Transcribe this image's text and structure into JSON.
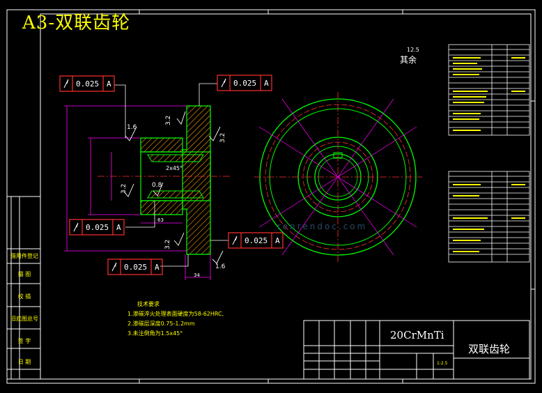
{
  "sheet": {
    "banner_title": "A3-双联齿轮",
    "material": "20CrMnTi",
    "part_name": "双联齿轮",
    "scale": "1:2.5",
    "watermark": "renrendoc.com"
  },
  "tolerance_frames": [
    {
      "value": "0.025",
      "datum": "A"
    },
    {
      "value": "0.025",
      "datum": "A"
    },
    {
      "value": "0.025",
      "datum": "A"
    },
    {
      "value": "0.025",
      "datum": "A"
    },
    {
      "value": "0.025",
      "datum": "A"
    }
  ],
  "roughness_labels": {
    "top": "1.6",
    "bottom": "1.6",
    "bore": "0.8",
    "face1": "3.2",
    "face2": "3.2",
    "face3": "3.2",
    "face4": "3.2",
    "other": "12.5",
    "other_note": "其余"
  },
  "dimensions": {
    "chamfer": "2x45°",
    "width": "34",
    "hub": "63"
  },
  "technical_requirements": {
    "heading": "技术要求",
    "items": [
      "1.渗碳淬火处理表面硬度为58-62HRC,",
      "2.渗碳层深度0.75-1.2mm",
      "3.未注倒角为1.5x45°"
    ]
  },
  "left_table": [
    "借用件登记",
    "描 图",
    "校 描",
    "旧底图总号",
    "签 字",
    "日 期"
  ],
  "colors": {
    "frame": "#ffffff",
    "accent_red": "#ff3030",
    "outline_green": "#00ff00",
    "center_cyan": "#00ffff",
    "text_yellow": "#ffff00",
    "dim_magenta": "#ff00ff",
    "hatch": "#ffa000"
  }
}
